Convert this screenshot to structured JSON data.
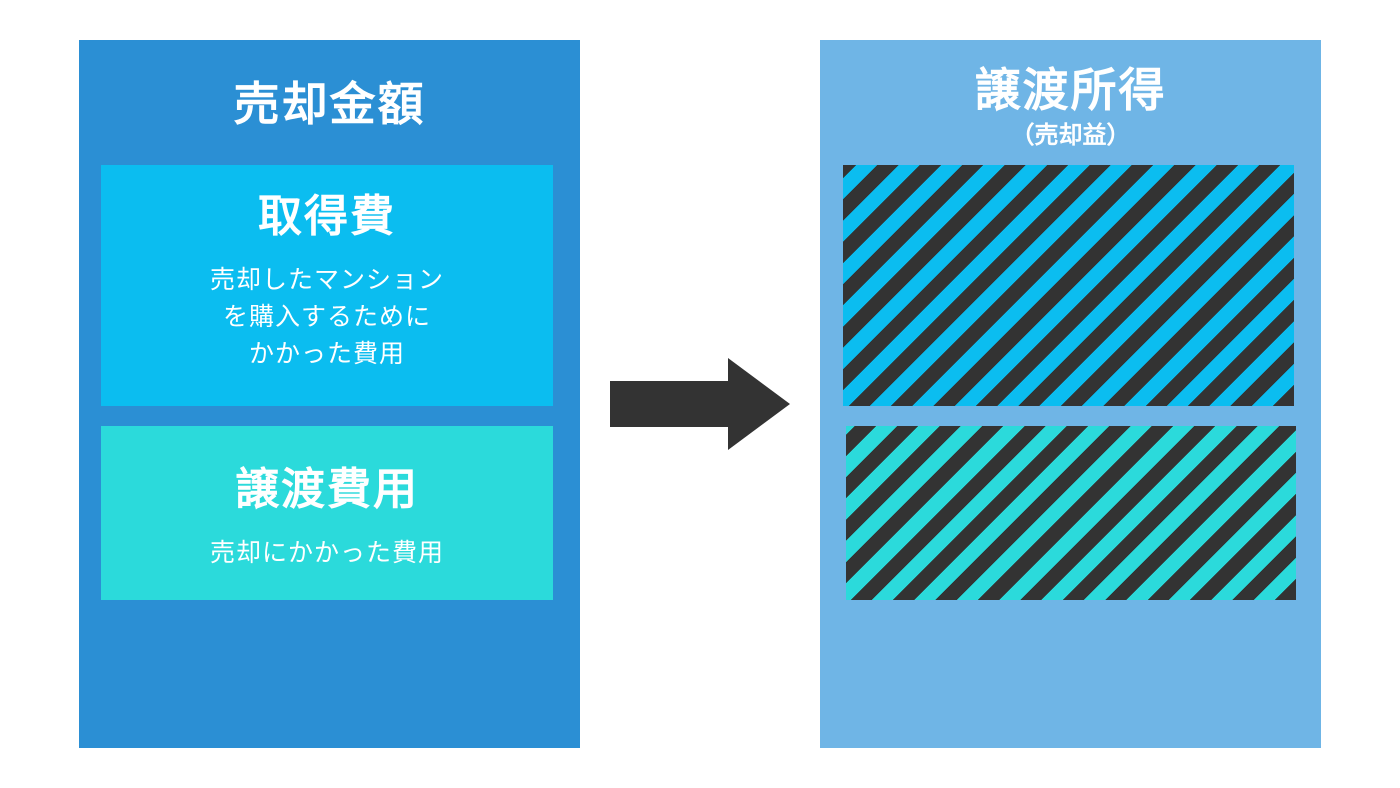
{
  "left_panel": {
    "title": "売却金額",
    "color": "#2b8fd4",
    "acquisition_box": {
      "title": "取得費",
      "description_lines": [
        "売却したマンション",
        "を購入するために",
        "かかった費用"
      ],
      "color": "#0bbdf0"
    },
    "transfer_box": {
      "title": "譲渡費用",
      "description": "売却にかかった費用",
      "color": "#2bdadb"
    }
  },
  "arrow": {
    "icon": "right-arrow-icon",
    "color": "#333333"
  },
  "right_panel": {
    "title": "譲渡所得",
    "subtitle": "（売却益）",
    "color": "#6fb5e6",
    "hatch_stripe_color": "#333333"
  }
}
